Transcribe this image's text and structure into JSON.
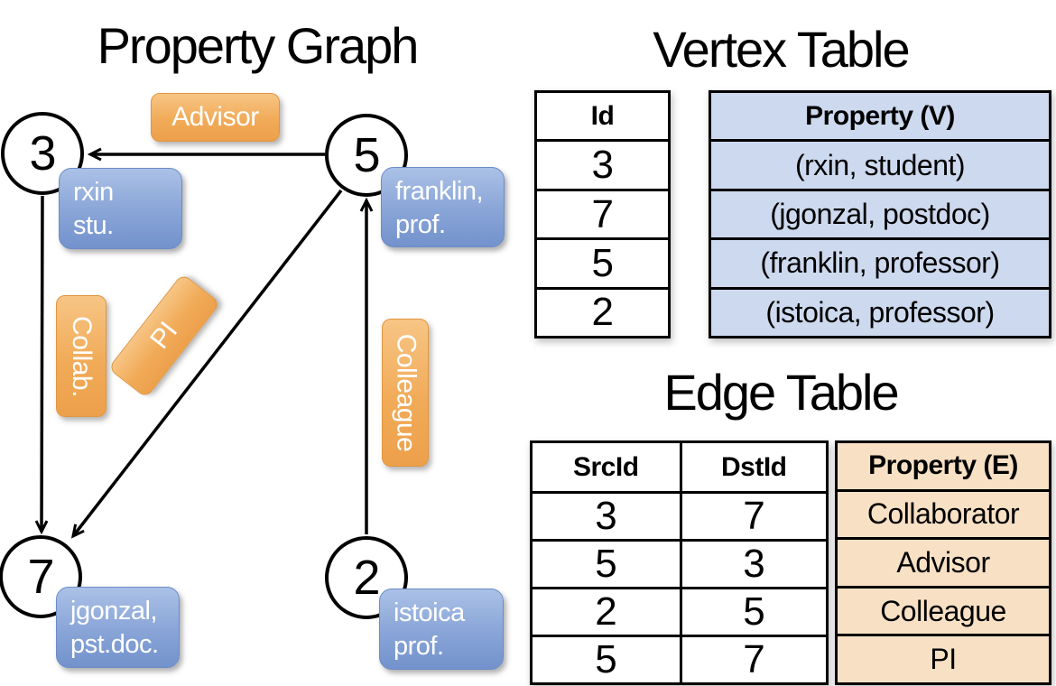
{
  "graph": {
    "title": "Property Graph",
    "nodes": [
      {
        "id": "3",
        "property_line1": "rxin",
        "property_line2": "stu."
      },
      {
        "id": "5",
        "property_line1": "franklin,",
        "property_line2": "prof."
      },
      {
        "id": "7",
        "property_line1": "jgonzal,",
        "property_line2": "pst.doc."
      },
      {
        "id": "2",
        "property_line1": "istoica",
        "property_line2": "prof."
      }
    ],
    "edge_labels": {
      "advisor": "Advisor",
      "collab": "Collab.",
      "pi": "PI",
      "colleague": "Colleague"
    }
  },
  "vertex_table": {
    "title": "Vertex Table",
    "headers": {
      "id": "Id",
      "property": "Property (V)"
    },
    "rows": [
      {
        "id": "3",
        "property": "(rxin, student)"
      },
      {
        "id": "7",
        "property": "(jgonzal, postdoc)"
      },
      {
        "id": "5",
        "property": "(franklin, professor)"
      },
      {
        "id": "2",
        "property": "(istoica, professor)"
      }
    ]
  },
  "edge_table": {
    "title": "Edge Table",
    "headers": {
      "src": "SrcId",
      "dst": "DstId",
      "property": "Property (E)"
    },
    "rows": [
      {
        "src": "3",
        "dst": "7",
        "property": "Collaborator"
      },
      {
        "src": "5",
        "dst": "3",
        "property": "Advisor"
      },
      {
        "src": "2",
        "dst": "5",
        "property": "Colleague"
      },
      {
        "src": "5",
        "dst": "7",
        "property": "PI"
      }
    ]
  },
  "colors": {
    "edge_label_fill": "#f1ab58",
    "vertex_label_fill": "#8aa6d8",
    "vertex_property_fill": "#cdd9ee",
    "edge_property_fill": "#f8e0c4",
    "line": "#000000"
  }
}
